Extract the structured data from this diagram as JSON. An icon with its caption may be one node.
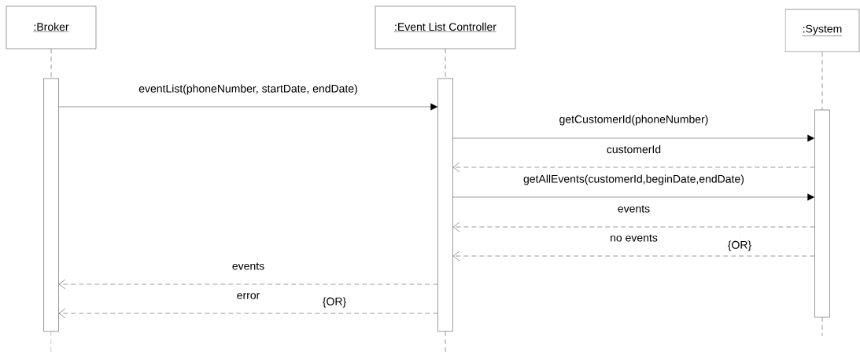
{
  "diagram": {
    "nodes": [
      {
        "text": [
          ":Broker"
        ]
      },
      {
        "text": [
          ":Event List Controller"
        ]
      },
      {
        "text": [
          ":System"
        ]
      },
      {
        "text": [],
        "shape": "bar"
      },
      {
        "text": [],
        "shape": "bar"
      },
      {
        "text": [],
        "shape": "bar"
      }
    ],
    "edges": [
      {
        "from": 0,
        "to": 3,
        "arrow": "none",
        "style": "dashed"
      },
      {
        "from": 1,
        "to": 4,
        "arrow": "none",
        "style": "dashed"
      },
      {
        "from": 2,
        "to": 5,
        "arrow": "none",
        "style": "dashed"
      },
      {
        "from": 3,
        "to": 4,
        "arrow": "to",
        "label": "eventList(phoneNumber, startDate, endDate)"
      },
      {
        "from": 4,
        "to": 5,
        "arrow": "to",
        "label": "getCustomerId(phoneNumber)"
      },
      {
        "from": 5,
        "to": 4,
        "arrow": "to",
        "style": "dashed",
        "label": "customerId"
      },
      {
        "from": 4,
        "to": 5,
        "arrow": "to",
        "label": "getAllEvents(customerId,beginDate,endDate)"
      },
      {
        "from": 5,
        "to": 4,
        "arrow": "to",
        "style": "dashed",
        "label": "events"
      },
      {
        "from": 5,
        "to": 4,
        "arrow": "to",
        "style": "dashed",
        "label": "no events"
      },
      {
        "from": 4,
        "to": 3,
        "arrow": "to",
        "style": "dashed",
        "label": "events"
      },
      {
        "from": 4,
        "to": 3,
        "arrow": "to",
        "style": "dashed",
        "label": "error"
      }
    ],
    "labels": [
      "{OR}",
      "{OR}"
    ]
  }
}
